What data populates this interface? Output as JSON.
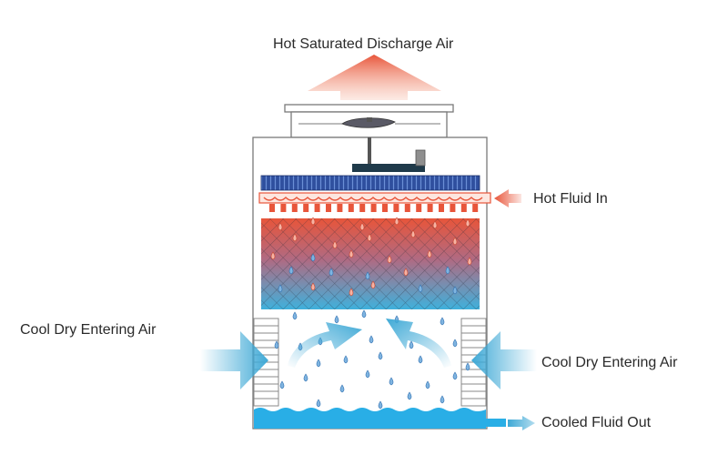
{
  "labels": {
    "discharge_air": "Hot Saturated Discharge Air",
    "hot_fluid_in": "Hot Fluid In",
    "entering_air_left": "Cool Dry Entering Air",
    "entering_air_right": "Cool Dry Entering Air",
    "cooled_fluid_out": "Cooled Fluid Out"
  },
  "colors": {
    "hot": "#e8553a",
    "cool": "#3fa9d6",
    "coil": "#2f4f9e",
    "water": "#29aee6",
    "outline": "#7a7a7a"
  }
}
